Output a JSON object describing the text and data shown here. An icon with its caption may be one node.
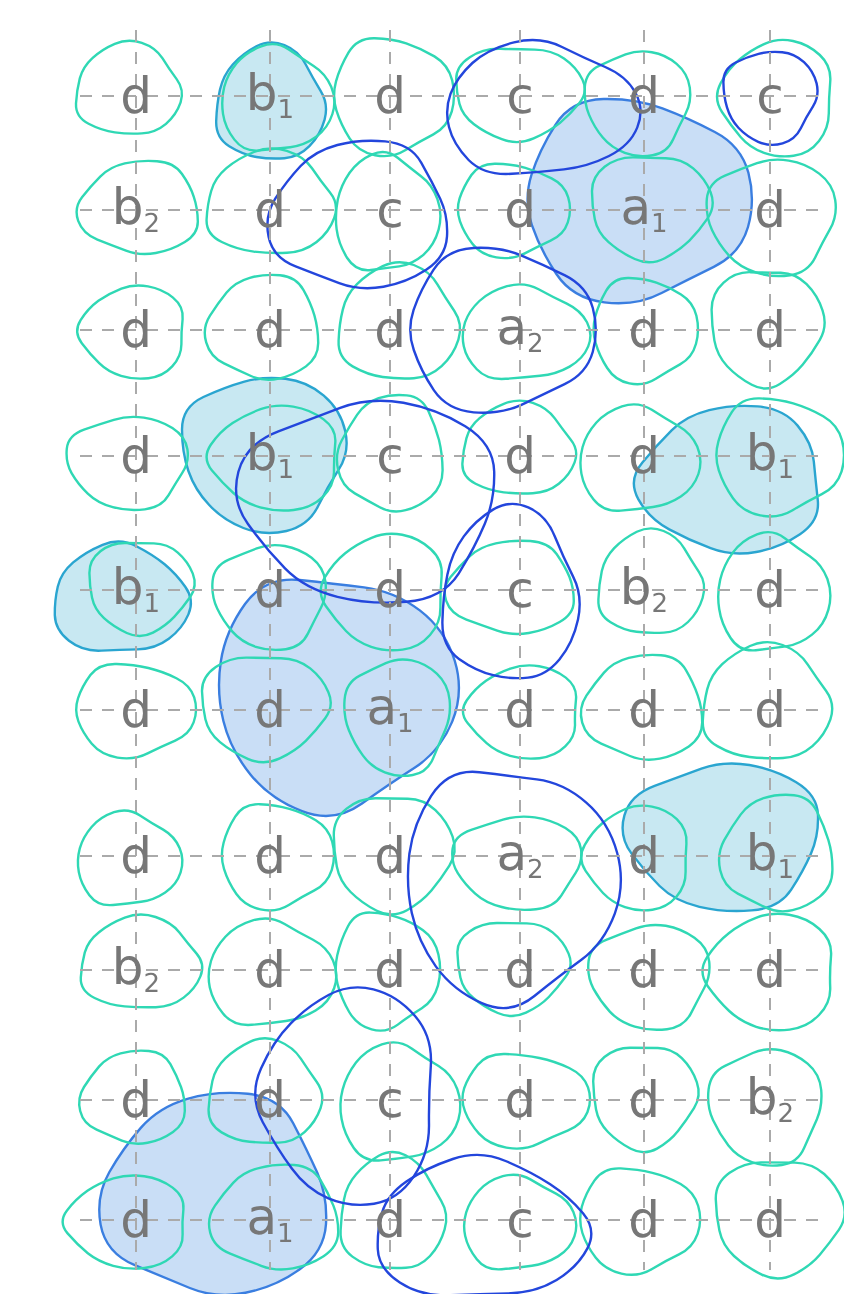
{
  "diagram": {
    "labels": [
      "d",
      "b$_{1}$",
      "d",
      "c",
      "d",
      "c",
      "b$_{2}$",
      "d",
      "c",
      "d",
      "a$_{1}$",
      "d",
      "d",
      "d",
      "d",
      "a$_{2}$",
      "d",
      "d",
      "d",
      "b$_{1}$",
      "c",
      "d",
      "d",
      "b$_{1}$",
      "b$_{1}$",
      "d",
      "d",
      "c",
      "b$_{2}$",
      "d",
      "d",
      "d",
      "a$_{1}$",
      "d",
      "d",
      "d",
      "d",
      "d",
      "d",
      "a$_{2}$",
      "d",
      "b$_{1}$",
      "b$_{2}$",
      "d",
      "d",
      "d",
      "d",
      "d",
      "d",
      "d",
      "c",
      "d",
      "d",
      "b$_{2}$",
      "d",
      "a$_{1}$",
      "d",
      "c",
      "d",
      "d"
    ]
  }
}
